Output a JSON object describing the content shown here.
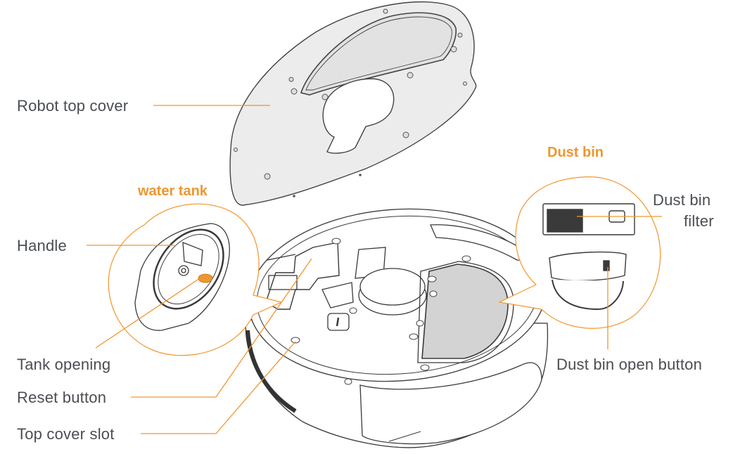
{
  "diagram": {
    "subject": "Robot vacuum component overview",
    "accent_color": "#f0962e",
    "text_color": "#4a4d52",
    "section_headers": {
      "water_tank": "water tank",
      "dust_bin": "Dust bin"
    },
    "labels": {
      "robot_top_cover": "Robot top cover",
      "handle": "Handle",
      "tank_opening": "Tank opening",
      "reset_button": "Reset button",
      "top_cover_slot": "Top cover slot",
      "dust_bin_filter_line1": "Dust bin",
      "dust_bin_filter_line2": "filter",
      "dust_bin_open_button": "Dust bin open button"
    }
  }
}
